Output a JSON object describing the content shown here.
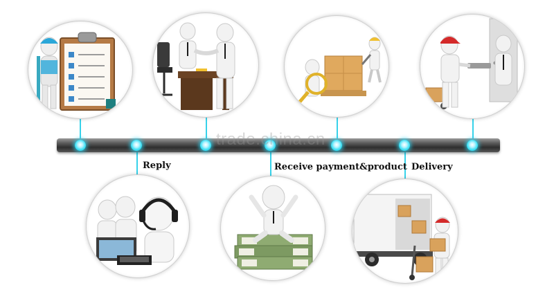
{
  "watermark": "trade.china.cn",
  "steps": {
    "reply": {
      "label": "Reply"
    },
    "receive": {
      "label": "Receive payment&product"
    },
    "delivery": {
      "label": "Delivery"
    }
  },
  "colors": {
    "accent": "#2fd6ee",
    "bar": "#3a3a3a",
    "figure": "#f2f2f2",
    "cap": "#d42a2a",
    "box": "#d9a25c",
    "money": "#7d9a62"
  },
  "icons": [
    "worker-clipboard-icon",
    "handshake-icon",
    "magnifier-pallet-icon",
    "courier-delivery-icon",
    "headset-support-icon",
    "money-stack-icon",
    "truck-loading-icon"
  ]
}
